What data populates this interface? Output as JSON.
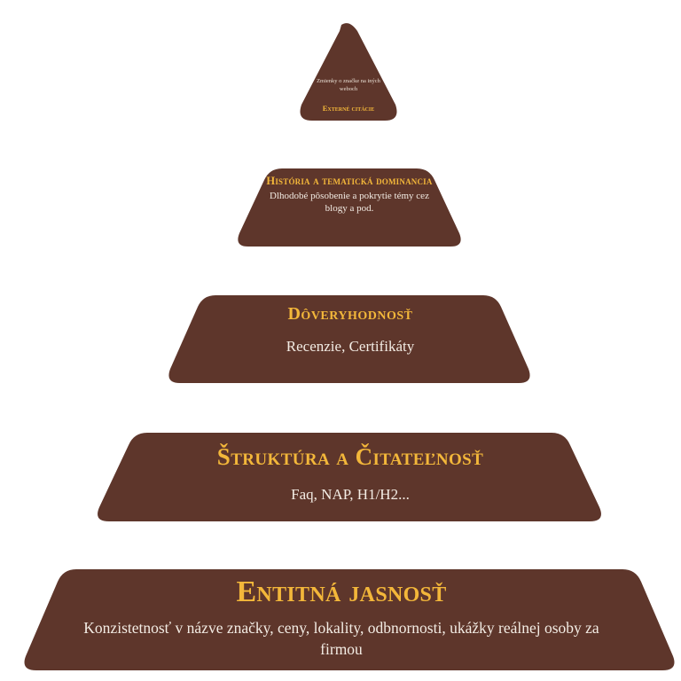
{
  "colors": {
    "tier_fill": "#5e362b",
    "title_color": "#f3b73a",
    "text_color": "#f3ece4",
    "background": "#ffffff"
  },
  "tiers": [
    {
      "title": "Externé citácie",
      "description": "Zmienky o značke na iných weboch"
    },
    {
      "title": "História a tematická dominancia",
      "description": "Dlhodobé pôsobenie a pokrytie témy cez blogy  a pod."
    },
    {
      "title": "Dôveryhodnosť",
      "description": "Recenzie, Certifikáty"
    },
    {
      "title": "Štruktúra a Čitateľnosť",
      "description": "Faq, NAP, H1/H2..."
    },
    {
      "title": "Entitná jasnosť",
      "description": "Konzistetnosť v názve značky, ceny, lokality, odbnornosti, ukážky reálnej osoby za firmou"
    }
  ]
}
